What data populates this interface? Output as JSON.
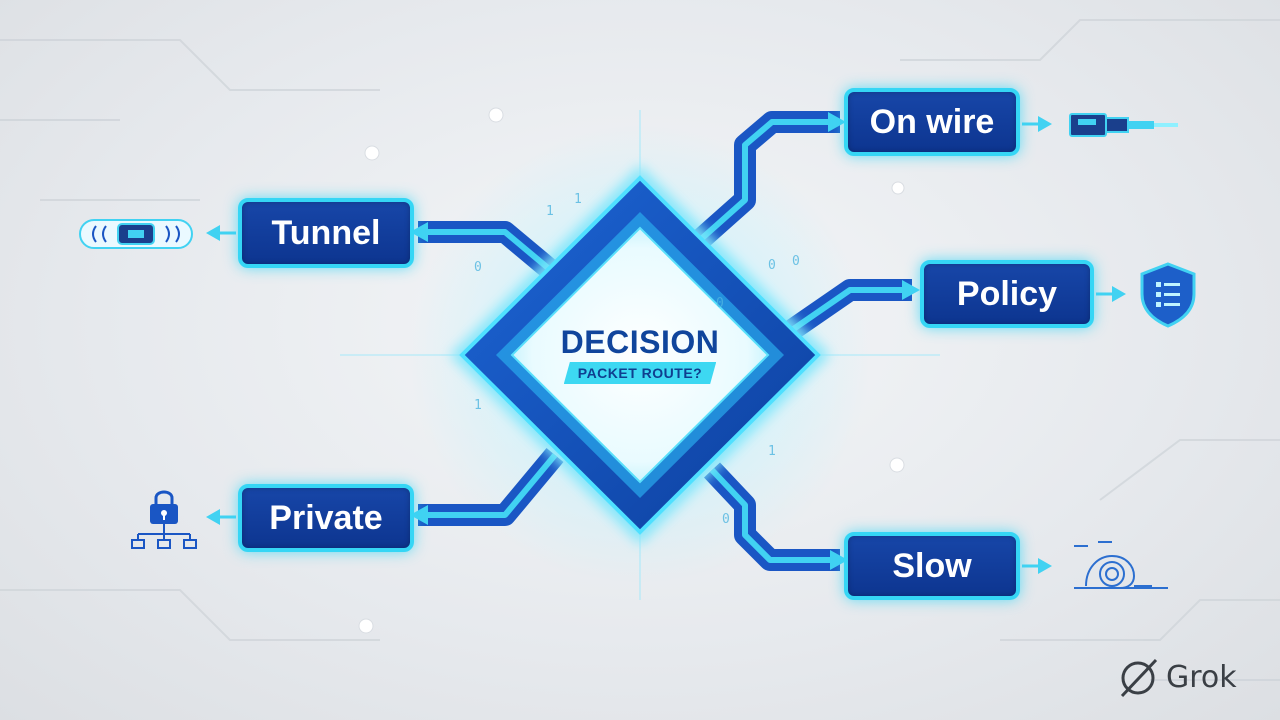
{
  "center": {
    "title": "DECISION",
    "subtitle": "PACKET ROUTE?"
  },
  "nodes": {
    "on_wire": "On wire",
    "policy": "Policy",
    "slow": "Slow",
    "tunnel": "Tunnel",
    "private": "Private"
  },
  "decorative_digits": [
    "1",
    "1",
    "0",
    "0",
    "0",
    "0",
    "1",
    "0",
    "1"
  ],
  "watermark": {
    "text": "Grok"
  },
  "colors": {
    "node_fill": "#1746a8",
    "node_border": "#35d6f5",
    "accent_cyan": "#3dd8f2",
    "title_blue": "#10459c"
  },
  "icons": {
    "on_wire": "ethernet-plug-icon",
    "policy": "shield-checklist-icon",
    "slow": "snail-icon",
    "tunnel": "tunnel-capsule-icon",
    "private": "padlock-network-icon"
  }
}
